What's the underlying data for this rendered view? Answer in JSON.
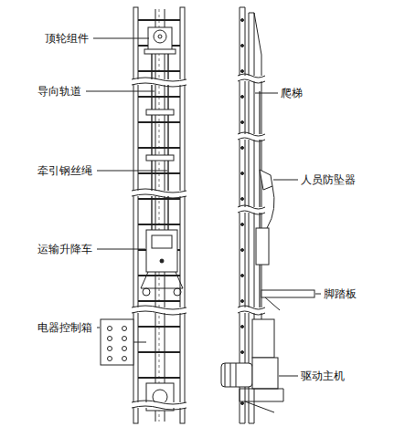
{
  "diagram": {
    "labels": [
      "顶轮组件",
      "导向轨道",
      "牵引钢丝绳",
      "运输升降车",
      "电器控制箱",
      "爬梯",
      "人员防坠器",
      "脚踏板",
      "驱动主机"
    ]
  }
}
